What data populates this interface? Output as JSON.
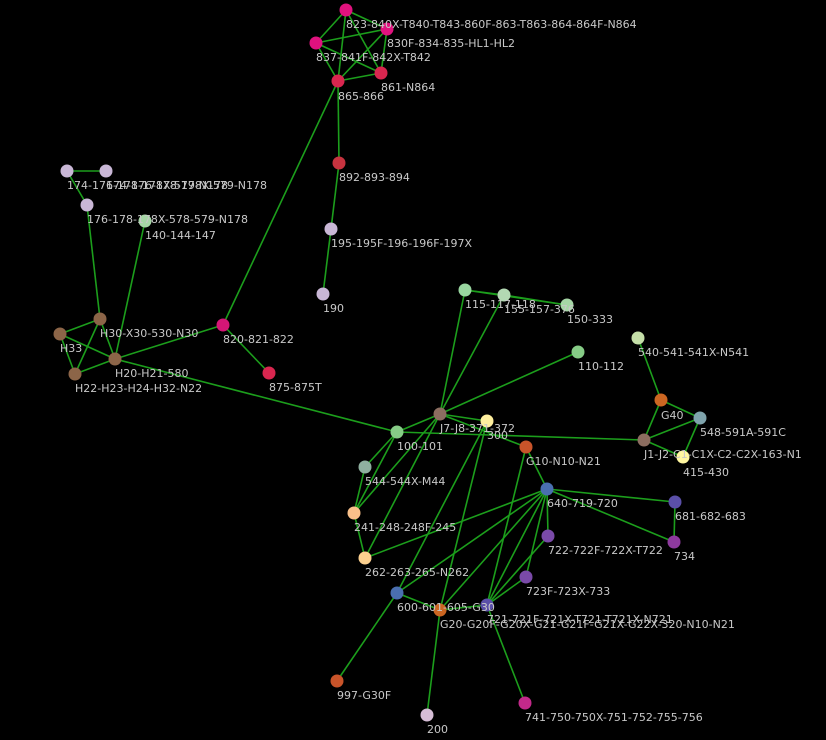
{
  "graph": {
    "background": "#000000",
    "edge_color": "#1c9e1c",
    "label_color": "#c8c8c8",
    "nodes": [
      {
        "id": "n823",
        "label": "823-840X-T840-T843-860F-863-T863-864-864F-N864",
        "color": "#e0127e"
      },
      {
        "id": "n830",
        "label": "830F-834-835-HL1-HL2",
        "color": "#e0127e"
      },
      {
        "id": "n837",
        "label": "837-841F-842X-T842",
        "color": "#e0127e"
      },
      {
        "id": "n861",
        "label": "861-N864",
        "color": "#d9264f"
      },
      {
        "id": "n865",
        "label": "865-866",
        "color": "#d9264f"
      },
      {
        "id": "n892",
        "label": "892-893-894",
        "color": "#c7333f"
      },
      {
        "id": "n195",
        "label": "195-195F-196-196F-197X",
        "color": "#c9b7d6"
      },
      {
        "id": "n190",
        "label": "190",
        "color": "#c9b7d6"
      },
      {
        "id": "n174",
        "label": "174-176-178-178X-579-N178",
        "color": "#c9b7d6"
      },
      {
        "id": "n174b",
        "label": "174-176-178-178X-579-N178",
        "color": "#c9b7d6"
      },
      {
        "id": "n176",
        "label": "176-178-178X-578-579-N178",
        "color": "#c9b7d6"
      },
      {
        "id": "n140",
        "label": "140-144-147",
        "color": "#a6d6a6"
      },
      {
        "id": "nH30",
        "label": "H30-X30-530-N30",
        "color": "#8c6548"
      },
      {
        "id": "nH33",
        "label": "H33",
        "color": "#8c6548"
      },
      {
        "id": "nH20",
        "label": "H20-H21-580",
        "color": "#8c6548"
      },
      {
        "id": "nH22",
        "label": "H22-H23-H24-H32-N22",
        "color": "#8c6548"
      },
      {
        "id": "n820",
        "label": "820-821-822",
        "color": "#d41676"
      },
      {
        "id": "n875",
        "label": "875-875T",
        "color": "#d9264f"
      },
      {
        "id": "n115",
        "label": "115-117-118",
        "color": "#99d6a0"
      },
      {
        "id": "n155",
        "label": "155-157-376",
        "color": "#b3d9b3"
      },
      {
        "id": "n150",
        "label": "150-333",
        "color": "#a6d6a6"
      },
      {
        "id": "n110",
        "label": "110-112",
        "color": "#86cc86"
      },
      {
        "id": "n540",
        "label": "540-541-541X-N541",
        "color": "#c5dfa8"
      },
      {
        "id": "nG40",
        "label": "G40",
        "color": "#cc6622"
      },
      {
        "id": "n548",
        "label": "548-591A-591C",
        "color": "#7fa3ac"
      },
      {
        "id": "nJ1",
        "label": "J1-J2-C1-C1X-C2-C2X-163-N1",
        "color": "#8c6d60"
      },
      {
        "id": "n415",
        "label": "415-430",
        "color": "#fff7a0"
      },
      {
        "id": "nJ7",
        "label": "J7-J8-371-372",
        "color": "#8c6d60"
      },
      {
        "id": "n300",
        "label": "300",
        "color": "#ffef9e"
      },
      {
        "id": "n100",
        "label": "100-101",
        "color": "#86cc86"
      },
      {
        "id": "nG10",
        "label": "G10-N10-N21",
        "color": "#c9542a"
      },
      {
        "id": "n544",
        "label": "544-544X-M44",
        "color": "#8fb0a0"
      },
      {
        "id": "n640",
        "label": "640-719-720",
        "color": "#4a6fb0"
      },
      {
        "id": "n681",
        "label": "681-682-683",
        "color": "#5a4fa8"
      },
      {
        "id": "n734",
        "label": "734",
        "color": "#8e3a9e"
      },
      {
        "id": "n241",
        "label": "241-248-248F-245",
        "color": "#f9c08a"
      },
      {
        "id": "n722",
        "label": "722-722F-722X-T722",
        "color": "#7a4aa8"
      },
      {
        "id": "n262",
        "label": "262-263-265-N262",
        "color": "#fcd08f"
      },
      {
        "id": "n723",
        "label": "723F-723X-733",
        "color": "#7a4aa8"
      },
      {
        "id": "n600",
        "label": "600-601-605-G30",
        "color": "#4a6fb0"
      },
      {
        "id": "n721",
        "label": "721-721F-721X-T721-T721X-N721",
        "color": "#5a4fa8"
      },
      {
        "id": "nG20",
        "label": "G20-G20F-G20X-G21-G21F-G21X-G22X-320-N10-N21",
        "color": "#cc6622"
      },
      {
        "id": "n997",
        "label": "997-G30F",
        "color": "#c9542a"
      },
      {
        "id": "n200",
        "label": "200",
        "color": "#d6bdd6"
      },
      {
        "id": "n741",
        "label": "741-750-750X-751-752-755-756",
        "color": "#c2298a"
      }
    ],
    "edges": [
      [
        "n823",
        "n830"
      ],
      [
        "n823",
        "n837"
      ],
      [
        "n823",
        "n861"
      ],
      [
        "n823",
        "n865"
      ],
      [
        "n830",
        "n837"
      ],
      [
        "n830",
        "n861"
      ],
      [
        "n830",
        "n865"
      ],
      [
        "n837",
        "n861"
      ],
      [
        "n837",
        "n865"
      ],
      [
        "n861",
        "n865"
      ],
      [
        "n865",
        "n892"
      ],
      [
        "n892",
        "n195"
      ],
      [
        "n195",
        "n190"
      ],
      [
        "n865",
        "n820"
      ],
      [
        "n820",
        "n875"
      ],
      [
        "n820",
        "nH20"
      ],
      [
        "n174",
        "n174b"
      ],
      [
        "n174",
        "n176"
      ],
      [
        "n176",
        "nH30"
      ],
      [
        "n140",
        "nH20"
      ],
      [
        "nH30",
        "nH33"
      ],
      [
        "nH30",
        "nH20"
      ],
      [
        "nH30",
        "nH22"
      ],
      [
        "nH33",
        "nH20"
      ],
      [
        "nH33",
        "nH22"
      ],
      [
        "nH20",
        "nH22"
      ],
      [
        "nH20",
        "n100"
      ],
      [
        "nJ7",
        "n115"
      ],
      [
        "nJ7",
        "n155"
      ],
      [
        "n115",
        "n155"
      ],
      [
        "n115",
        "n150"
      ],
      [
        "n155",
        "n150"
      ],
      [
        "nJ7",
        "n110"
      ],
      [
        "nJ7",
        "n100"
      ],
      [
        "nJ7",
        "n300"
      ],
      [
        "nJ7",
        "nG10"
      ],
      [
        "n100",
        "nJ1"
      ],
      [
        "n100",
        "n544"
      ],
      [
        "n100",
        "n241"
      ],
      [
        "n544",
        "n241"
      ],
      [
        "nJ7",
        "n241"
      ],
      [
        "nJ7",
        "n262"
      ],
      [
        "n241",
        "n262"
      ],
      [
        "n300",
        "n600"
      ],
      [
        "n300",
        "nG20"
      ],
      [
        "nG10",
        "n640"
      ],
      [
        "nG10",
        "n721"
      ],
      [
        "n640",
        "n681"
      ],
      [
        "n640",
        "n734"
      ],
      [
        "n681",
        "n734"
      ],
      [
        "n640",
        "n722"
      ],
      [
        "n640",
        "n723"
      ],
      [
        "n640",
        "n262"
      ],
      [
        "n640",
        "n600"
      ],
      [
        "n640",
        "nG20"
      ],
      [
        "n640",
        "n721"
      ],
      [
        "n722",
        "n721"
      ],
      [
        "n723",
        "n721"
      ],
      [
        "n600",
        "nG20"
      ],
      [
        "n600",
        "n997"
      ],
      [
        "nG20",
        "n721"
      ],
      [
        "nG20",
        "n200"
      ],
      [
        "n721",
        "n741"
      ],
      [
        "n540",
        "nG40"
      ],
      [
        "nG40",
        "n548"
      ],
      [
        "nG40",
        "nJ1"
      ],
      [
        "nJ1",
        "n548"
      ],
      [
        "nJ1",
        "n415"
      ],
      [
        "n548",
        "n415"
      ]
    ]
  }
}
